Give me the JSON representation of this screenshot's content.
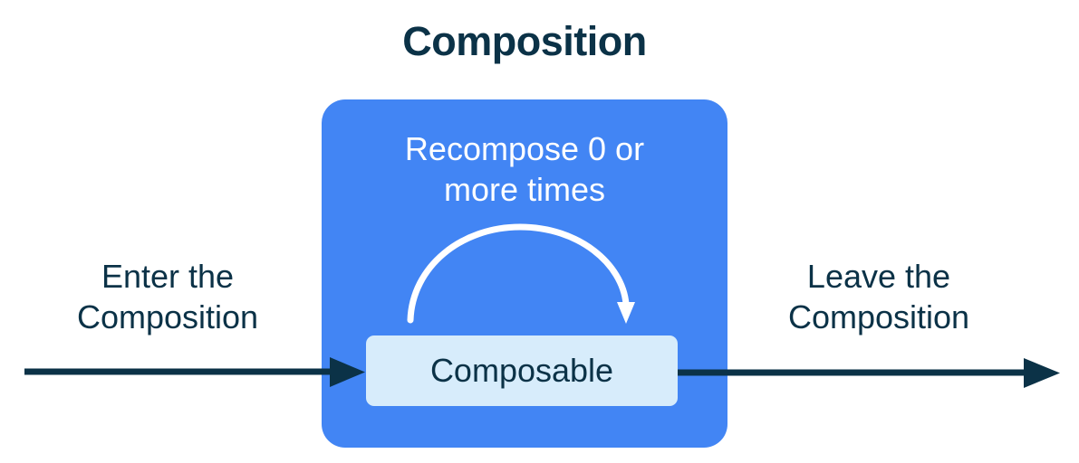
{
  "title": "Composition",
  "colors": {
    "blue": "#4285F4",
    "navy": "#0B3247",
    "light_blue": "#D7ECFB",
    "white": "#FFFFFF"
  },
  "composition_box": {
    "recompose_line1": "Recompose 0 or",
    "recompose_line2": "more times",
    "composable_label": "Composable"
  },
  "labels": {
    "enter_line1": "Enter the",
    "enter_line2": "Composition",
    "leave_line1": "Leave the",
    "leave_line2": "Composition"
  }
}
